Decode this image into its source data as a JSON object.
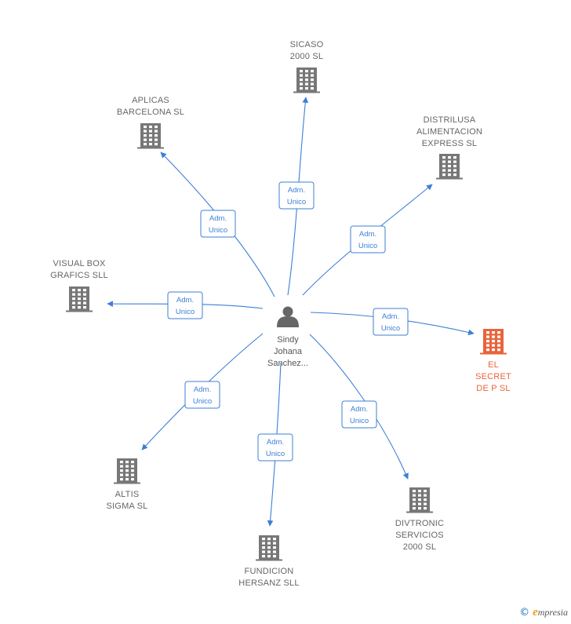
{
  "colors": {
    "edge": "#3d7fd6",
    "building": "#777777",
    "highlight": "#e8643a",
    "person": "#666666"
  },
  "center": {
    "name_lines": [
      "Sindy",
      "Johana",
      "Sanchez..."
    ],
    "icon": "person-icon"
  },
  "edge_label": [
    "Adm.",
    "Unico"
  ],
  "nodes": [
    {
      "id": "sicaso",
      "lines": [
        "SICASO",
        "2000  SL"
      ],
      "highlighted": false,
      "icon": "building-icon"
    },
    {
      "id": "aplicas",
      "lines": [
        "APLICAS",
        "BARCELONA SL"
      ],
      "highlighted": false,
      "icon": "building-icon"
    },
    {
      "id": "distrilusa",
      "lines": [
        "DISTRILUSA",
        "ALIMENTACION",
        "EXPRESS SL"
      ],
      "highlighted": false,
      "icon": "building-icon"
    },
    {
      "id": "visualbox",
      "lines": [
        "VISUAL BOX",
        "GRAFICS SLL"
      ],
      "highlighted": false,
      "icon": "building-icon"
    },
    {
      "id": "elsecret",
      "lines": [
        "EL",
        "SECRET",
        "DE P  SL"
      ],
      "highlighted": true,
      "icon": "building-icon"
    },
    {
      "id": "altis",
      "lines": [
        "ALTIS",
        "SIGMA SL"
      ],
      "highlighted": false,
      "icon": "building-icon"
    },
    {
      "id": "divtronic",
      "lines": [
        "DIVTRONIC",
        "SERVICIOS",
        "2000  SL"
      ],
      "highlighted": false,
      "icon": "building-icon"
    },
    {
      "id": "fundicion",
      "lines": [
        "FUNDICION",
        "HERSANZ  SLL"
      ],
      "highlighted": false,
      "icon": "building-icon"
    }
  ],
  "footer": {
    "copyright": "©",
    "brand_initial": "e",
    "brand_rest": "mpresia"
  }
}
